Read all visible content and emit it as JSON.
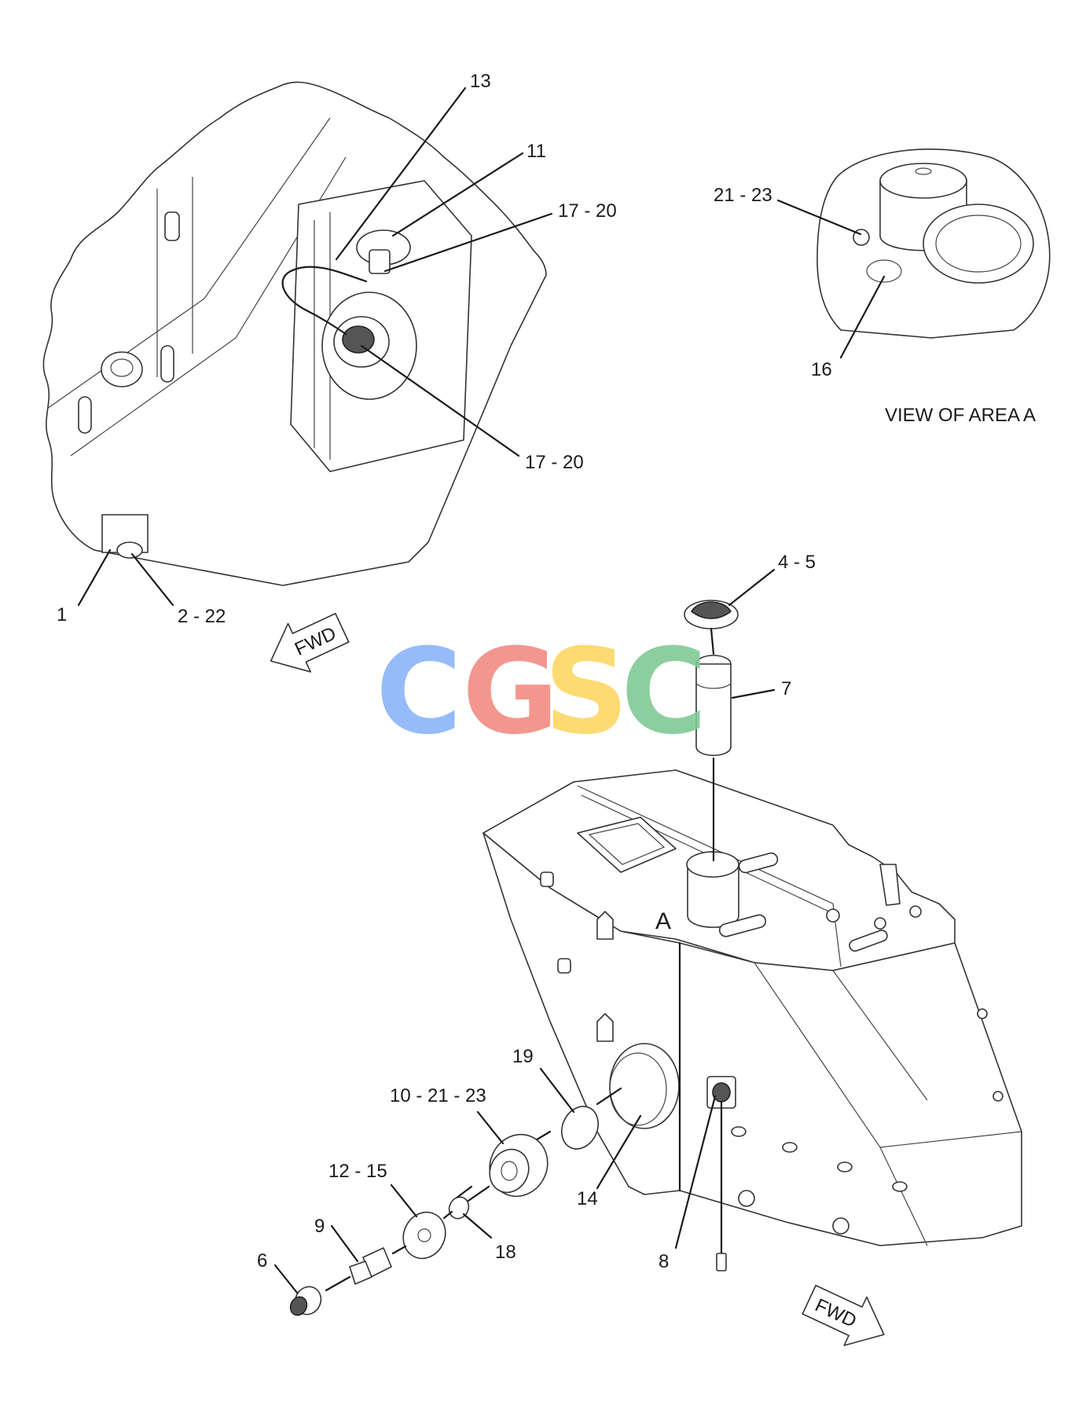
{
  "callouts": {
    "c13": "13",
    "c11": "11",
    "c17_20_top": "17 - 20",
    "c17_20_bottom": "17 - 20",
    "c21_23": "21 - 23",
    "c16": "16",
    "c1": "1",
    "c2_22": "2 - 22",
    "c4_5": "4 - 5",
    "c7": "7",
    "c19": "19",
    "c10_21_23": "10 - 21 - 23",
    "c12_15": "12 - 15",
    "c9": "9",
    "c6": "6",
    "c18": "18",
    "c14": "14",
    "c8": "8"
  },
  "view_label": "VIEW OF AREA A",
  "area_marker": "A",
  "fwd_left": "FWD",
  "fwd_right": "FWD",
  "watermark": {
    "letters": [
      "C",
      "G",
      "S",
      "C"
    ],
    "colors": [
      "#8ab4f8",
      "#f28b82",
      "#fdd663",
      "#81c995"
    ]
  }
}
